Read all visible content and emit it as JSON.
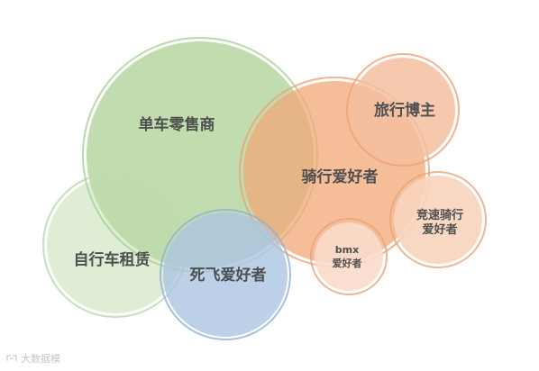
{
  "bubbles": {
    "retailer": {
      "label": "单车零售商",
      "fill": "#bcd9a8",
      "stroke": "#a9cf93"
    },
    "rental": {
      "label": "自行车租赁",
      "fill": "#dcebd0",
      "stroke": "#b9d7a6"
    },
    "reckless": {
      "label": "死飞爱好者",
      "fill": "#abc4e2",
      "stroke": "#8fb0d6"
    },
    "cycling_fans": {
      "label": "骑行爱好者",
      "fill": "#f1a877",
      "stroke": "#eba277"
    },
    "travel_blogger": {
      "label": "旅行博主",
      "fill": "#f4c0a0",
      "stroke": "#eba277"
    },
    "racing_fans": {
      "label_line1": "竞速骑行",
      "label_line2": "爱好者",
      "fill": "#f8d4bd",
      "stroke": "#e9a479"
    },
    "bmx_fans": {
      "label_line1": "bmx",
      "label_line2": "爱好者",
      "fill": "#f9dccb",
      "stroke": "#e9a479"
    }
  },
  "watermark": {
    "text": "大数据模"
  }
}
